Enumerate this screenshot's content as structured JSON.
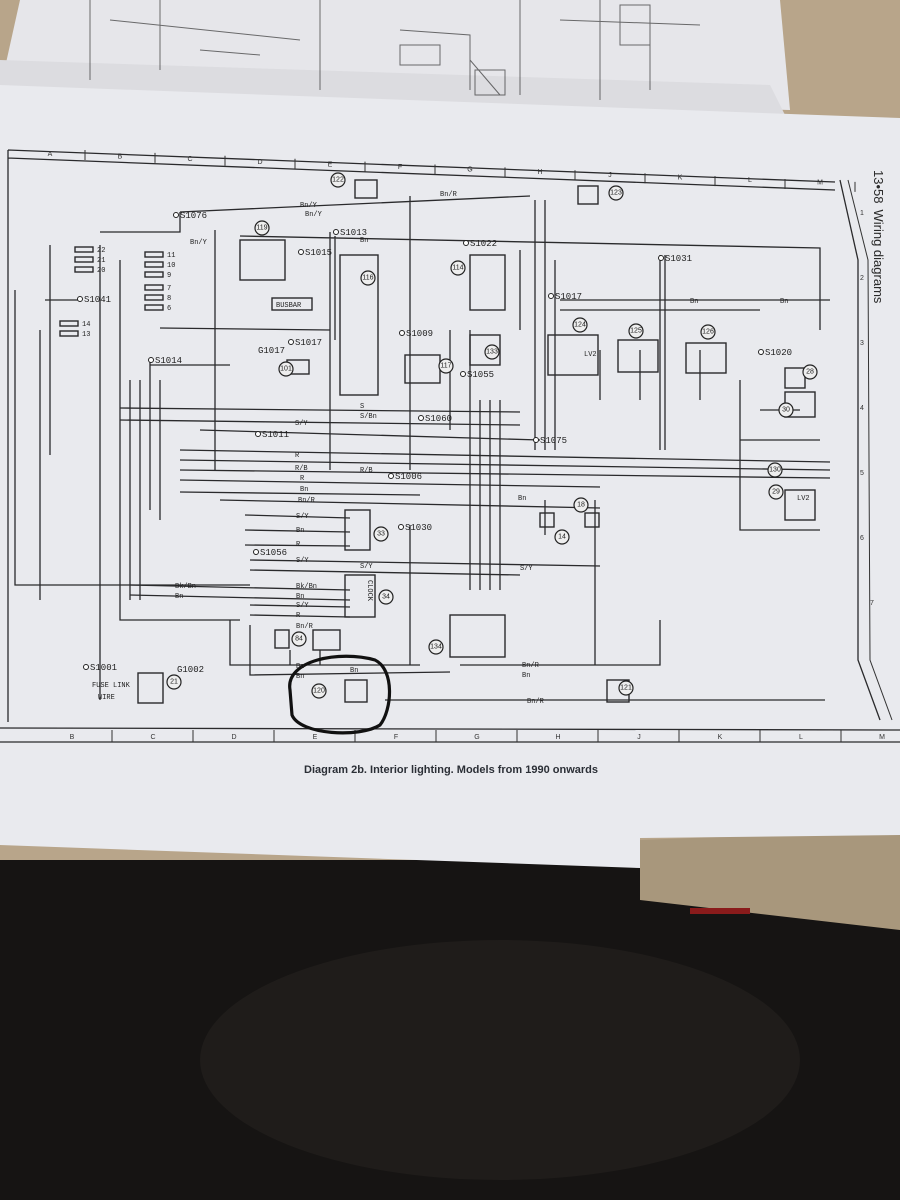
{
  "header": {
    "page_ref": "13•58",
    "section": "Wiring diagrams"
  },
  "caption": "Diagram 2b. Interior lighting. Models from 1990 onwards",
  "grid": {
    "top_columns": [
      "A",
      "B",
      "C",
      "D",
      "E",
      "F",
      "G",
      "H",
      "J",
      "K",
      "L",
      "M"
    ],
    "bottom_columns": [
      "B",
      "C",
      "D",
      "E",
      "F",
      "G",
      "H",
      "J",
      "K",
      "L",
      "M"
    ],
    "rows": [
      "1",
      "2",
      "3",
      "4",
      "5",
      "6",
      "7"
    ]
  },
  "splices": [
    "S1076",
    "S1013",
    "S1015",
    "S1022",
    "S1031",
    "S1041",
    "S1017",
    "S1009",
    "S1014",
    "S1055",
    "S1017",
    "S1020",
    "S1060",
    "S1011",
    "S1075",
    "S1006",
    "S1030",
    "S1056",
    "S1001"
  ],
  "grounds": [
    "G1017",
    "G1002"
  ],
  "components": [
    "122",
    "123",
    "119",
    "116",
    "114",
    "133",
    "124",
    "125",
    "126",
    "101",
    "117",
    "28",
    "30",
    "130",
    "29",
    "33",
    "14",
    "18",
    "34",
    "84",
    "134",
    "21",
    "120",
    "121"
  ],
  "labels": {
    "busbar": "BUSBAR",
    "clock": "CLOCK",
    "fuse_link": "FUSE LINK",
    "wire": "WIRE",
    "lamp_code": "LV2"
  },
  "wire_colours": [
    "Bn",
    "Bn/Y",
    "Bn/R",
    "S/Y",
    "R",
    "R/B",
    "Bk/Bn",
    "S/Bn",
    "S"
  ],
  "fuses": [
    "22",
    "21",
    "20",
    "11",
    "10",
    "9",
    "7",
    "8",
    "6",
    "14",
    "13"
  ]
}
